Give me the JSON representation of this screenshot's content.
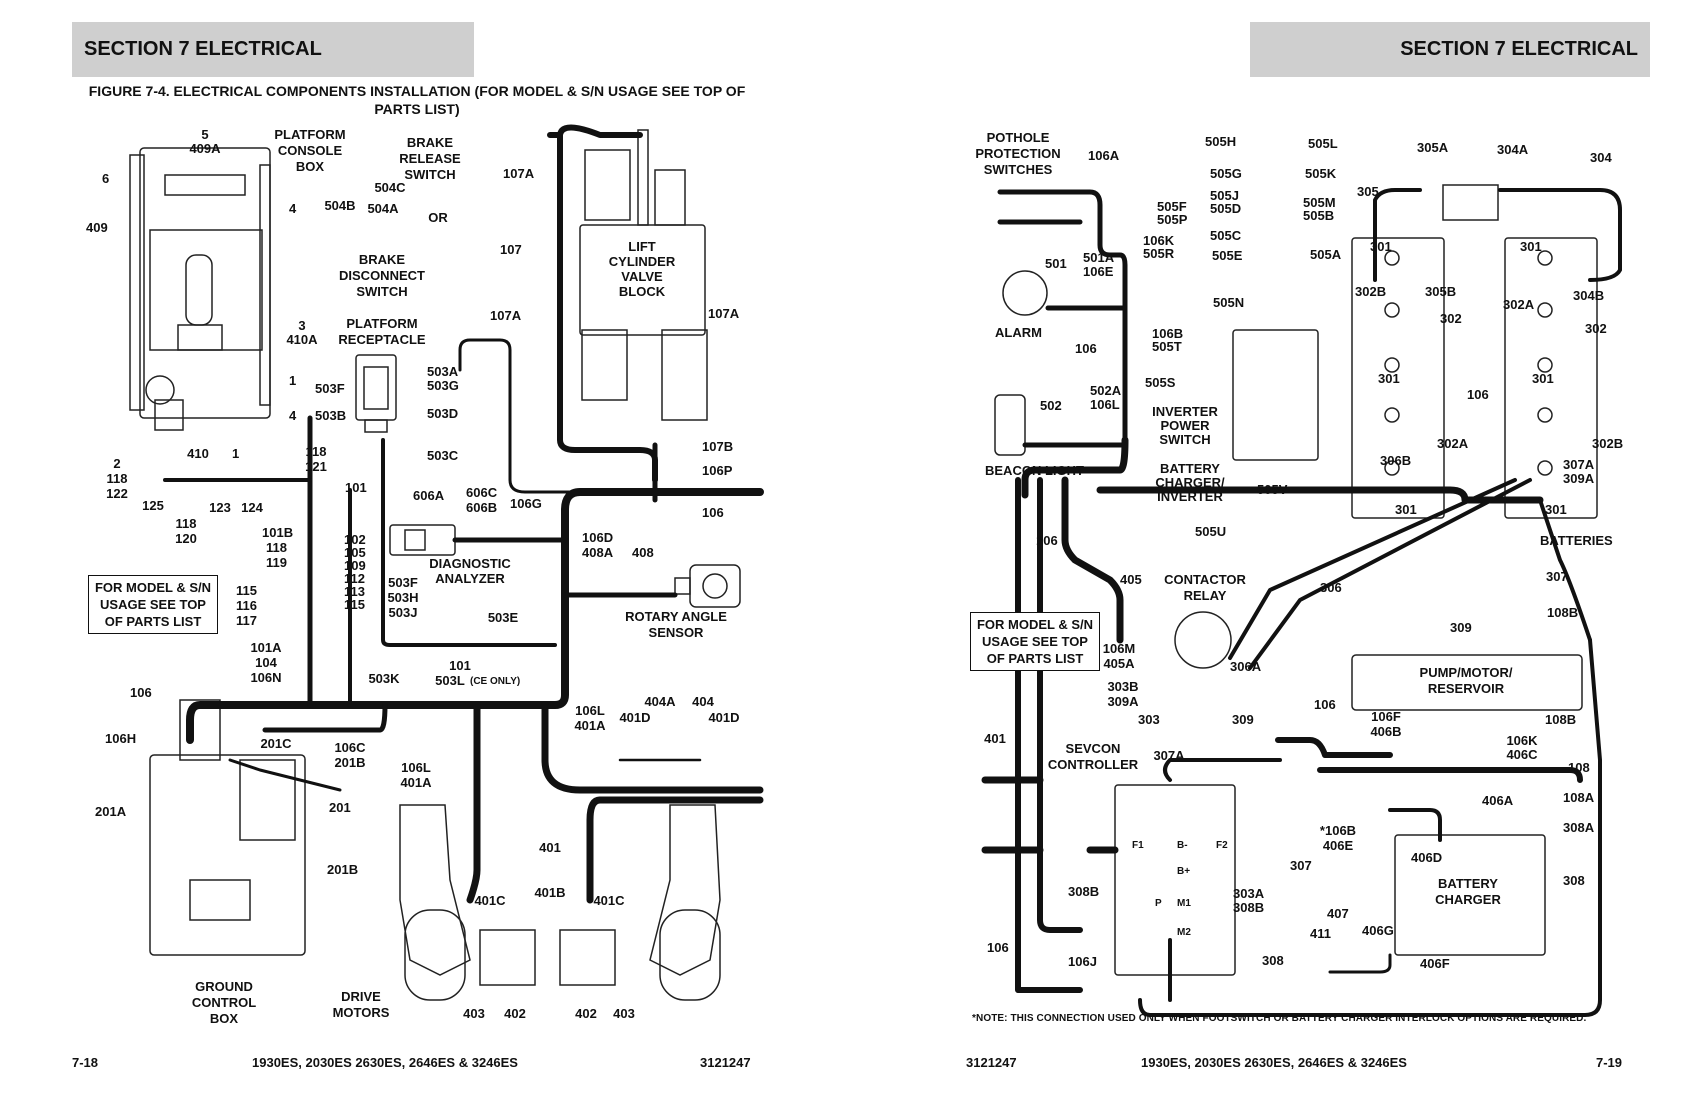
{
  "header": {
    "left": "SECTION 7   ELECTRICAL",
    "right": "SECTION 7   ELECTRICAL"
  },
  "figure_title": "FIGURE 7-4. ELECTRICAL COMPONENTS INSTALLATION (FOR MODEL & S/N USAGE SEE TOP OF PARTS LIST)",
  "footer": {
    "left_page": "7-18",
    "left_models": "1930ES, 2030ES 2630ES, 2646ES & 3246ES",
    "left_doc": "3121247",
    "right_doc": "3121247",
    "right_models": "1930ES, 2030ES 2630ES, 2646ES & 3246ES",
    "right_page": "7-19"
  },
  "note": "*NOTE: THIS CONNECTION USED ONLY WHEN FOOTSWITCH OR BATTERY CHARGER INTERLOCK OPTIONS ARE REQUIRED.",
  "boxes": {
    "left": "FOR MODEL & S/N USAGE SEE TOP OF PARTS LIST",
    "right": "FOR MODEL & S/N USAGE SEE TOP OF PARTS LIST"
  },
  "labels": {
    "l_5": "5",
    "l_409A": "409A",
    "l_6": "6",
    "l_409": "409",
    "l_4a": "4",
    "l_4b": "4",
    "l_1a": "1",
    "l_1b": "1",
    "l_3": "3",
    "l_410A": "410A",
    "l_410": "410",
    "l_2": "2",
    "l_118a": "118",
    "l_122": "122",
    "l_125": "125",
    "l_123": "123",
    "l_124": "124",
    "l_118b": "118",
    "l_120": "120",
    "l_pcb1": "PLATFORM",
    "l_pcb2": "CONSOLE",
    "l_pcb3": "BOX",
    "l_brs1": "BRAKE",
    "l_brs2": "RELEASE",
    "l_brs3": "SWITCH",
    "l_504C": "504C",
    "l_504B": "504B",
    "l_504A": "504A",
    "l_or": "OR",
    "l_bds1": "BRAKE",
    "l_bds2": "DISCONNECT",
    "l_bds3": "SWITCH",
    "l_pr1": "PLATFORM",
    "l_pr2": "RECEPTACLE",
    "l_503A": "503A",
    "l_503G": "503G",
    "l_503F": "503F",
    "l_503B": "503B",
    "l_503D": "503D",
    "l_503C": "503C",
    "l_107A1": "107A",
    "l_107": "107",
    "l_107A2": "107A",
    "l_107A3": "107A",
    "l_lcv1": "LIFT",
    "l_lcv2": "CYLINDER",
    "l_lcv3": "VALVE",
    "l_lcv4": "BLOCK",
    "l_107B": "107B",
    "l_106P": "106P",
    "l_106a": "106",
    "l_118c": "118",
    "l_121": "121",
    "l_101": "101",
    "l_101B": "101B",
    "l_118d": "118",
    "l_119": "119",
    "l_102": "102",
    "l_105": "105",
    "l_109": "109",
    "l_112": "112",
    "l_113": "113",
    "l_115a": "115",
    "l_115b": "115",
    "l_116": "116",
    "l_117": "117",
    "l_606A": "606A",
    "l_606C": "606C",
    "l_606B": "606B",
    "l_106G": "106G",
    "l_da1": "DIAGNOSTIC",
    "l_da2": "ANALYZER",
    "l_106D": "106D",
    "l_408A": "408A",
    "l_408": "408",
    "l_ras1": "ROTARY ANGLE",
    "l_ras2": "SENSOR",
    "l_503F2": "503F",
    "l_503H": "503H",
    "l_503J": "503J",
    "l_503E": "503E",
    "l_503K": "503K",
    "l_101c": "101",
    "l_503L": "503L",
    "l_ce": "(CE ONLY)",
    "l_101A": "101A",
    "l_104": "104",
    "l_106N": "106N",
    "l_106b": "106",
    "l_106H": "106H",
    "l_201C": "201C",
    "l_106C": "106C",
    "l_201B": "201B",
    "l_201A": "201A",
    "l_201": "201",
    "l_201B2": "201B",
    "l_106L1": "106L",
    "l_401A1": "401A",
    "l_106L2": "106L",
    "l_401A2": "401A",
    "l_404A": "404A",
    "l_404": "404",
    "l_401D1": "401D",
    "l_401D2": "401D",
    "l_401": "401",
    "l_401B": "401B",
    "l_401C1": "401C",
    "l_401C2": "401C",
    "l_403a": "403",
    "l_402a": "402",
    "l_402b": "402",
    "l_403b": "403",
    "l_gcb1": "GROUND",
    "l_gcb2": "CONTROL",
    "l_gcb3": "BOX",
    "l_dm1": "DRIVE",
    "l_dm2": "MOTORS",
    "r_pps1": "POTHOLE",
    "r_pps2": "PROTECTION",
    "r_pps3": "SWITCHES",
    "r_106A": "106A",
    "r_505H": "505H",
    "r_505L": "505L",
    "r_505G": "505G",
    "r_505K": "505K",
    "r_505J": "505J",
    "r_505D": "505D",
    "r_505M": "505M",
    "r_505B": "505B",
    "r_505F": "505F",
    "r_505P": "505P",
    "r_505C": "505C",
    "r_505A": "505A",
    "r_106K": "106K",
    "r_505R": "505R",
    "r_505E": "505E",
    "r_501A": "501A",
    "r_106E": "106E",
    "r_501": "501",
    "r_505N": "505N",
    "r_alarm": "ALARM",
    "r_106a": "106",
    "r_106B": "106B",
    "r_505T": "505T",
    "r_505S": "505S",
    "r_502A": "502A",
    "r_106L": "106L",
    "r_502": "502",
    "r_beacon": "BEACON LIGHT",
    "r_ips1": "INVERTER",
    "r_ips2": "POWER",
    "r_ips3": "SWITCH",
    "r_bci1": "BATTERY",
    "r_bci2": "CHARGER/",
    "r_bci3": "INVERTER",
    "r_505V": "505V",
    "r_505U": "505U",
    "r_305A": "305A",
    "r_304A": "304A",
    "r_304": "304",
    "r_305": "305",
    "r_301a": "301",
    "r_301b": "301",
    "r_305B": "305B",
    "r_304B": "304B",
    "r_302B": "302B",
    "r_302a": "302",
    "r_302A": "302A",
    "r_302b": "302",
    "r_301c": "301",
    "r_301d": "301",
    "r_302A2": "302A",
    "r_302B2": "302B",
    "r_106b": "106",
    "r_306B": "306B",
    "r_307A": "307A",
    "r_309A": "309A",
    "r_301e": "301",
    "r_301f": "301",
    "r_batteries": "BATTERIES",
    "r_106c": "106",
    "r_307": "307",
    "r_405": "405",
    "r_cr1": "CONTACTOR",
    "r_cr2": "RELAY",
    "r_306": "306",
    "r_106M": "106M",
    "r_405A": "405A",
    "r_303B": "303B",
    "r_309A2": "309A",
    "r_306A": "306A",
    "r_303": "303",
    "r_309a": "309",
    "r_309b": "309",
    "r_108B": "108B",
    "r_pmr1": "PUMP/MOTOR/",
    "r_pmr2": "RESERVOIR",
    "r_108B2": "108B",
    "r_106d": "106",
    "r_106F": "106F",
    "r_406B": "406B",
    "r_106K2": "106K",
    "r_406C": "406C",
    "r_108": "108",
    "r_401": "401",
    "r_sev1": "SEVCON",
    "r_sev2": "CONTROLLER",
    "r_307A2": "307A",
    "r_406A": "406A",
    "r_108A": "108A",
    "r_308A": "308A",
    "r_106B2": "*106B",
    "r_406E": "406E",
    "r_406D": "406D",
    "r_bc1": "BATTERY",
    "r_bc2": "CHARGER",
    "r_307b": "307",
    "r_308B": "308B",
    "r_303A": "303A",
    "r_308B2": "308B",
    "r_308a": "308",
    "r_407": "407",
    "r_406G": "406G",
    "r_411": "411",
    "r_406F": "406F",
    "r_308b": "308",
    "r_106e": "106",
    "r_106J": "106J",
    "r_F1": "F1",
    "r_F2": "F2",
    "r_Bm": "B-",
    "r_Bp": "B+",
    "r_M1": "M1",
    "r_M2": "M2",
    "r_P": "P"
  }
}
